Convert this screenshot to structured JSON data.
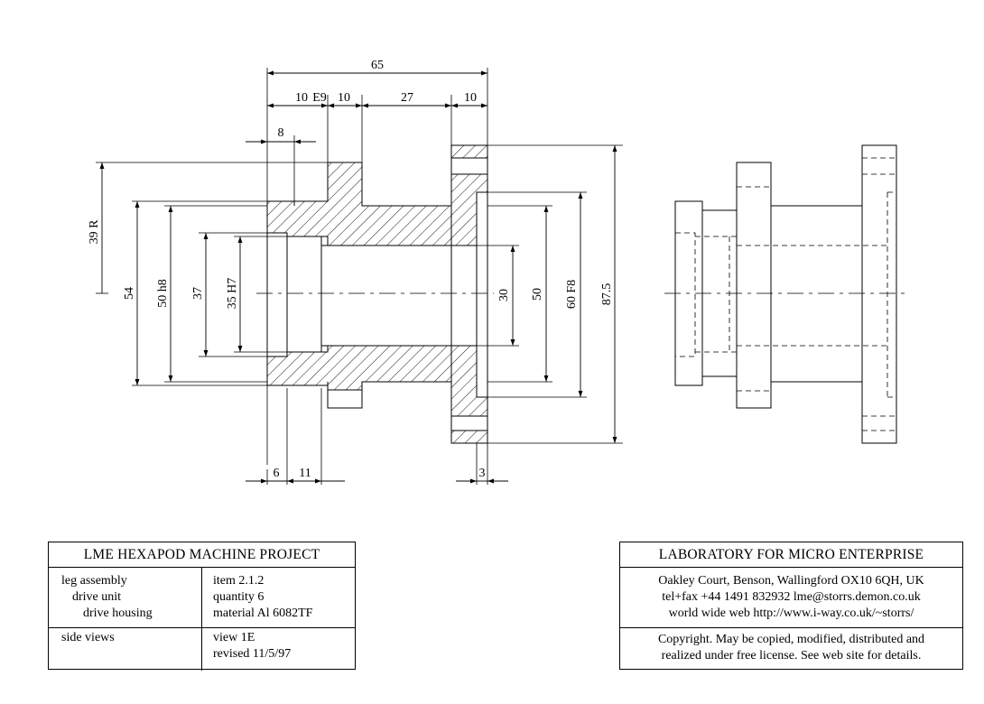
{
  "dimensions": {
    "d65": "65",
    "d10a": "10",
    "dE9": "E9",
    "d10b": "10",
    "d27": "27",
    "d10c": "10",
    "d8": "8",
    "d39R": "39 R",
    "d54": "54",
    "d50h8": "50 h8",
    "d37": "37",
    "d35H7": "35 H7",
    "d30": "30",
    "d50": "50",
    "d60F8": "60 F8",
    "d87_5": "87.5",
    "d6": "6",
    "d11": "11",
    "d3": "3"
  },
  "project_block": {
    "title": "LME HEXAPOD MACHINE  PROJECT",
    "row1_left": [
      "leg assembly",
      "drive unit",
      "drive housing"
    ],
    "row1_right": [
      "item 2.1.2",
      "quantity 6",
      "material Al 6082TF"
    ],
    "row2_left": [
      "side views"
    ],
    "row2_right": [
      "view 1E",
      "revised 11/5/97"
    ]
  },
  "lab_block": {
    "title": "LABORATORY FOR MICRO ENTERPRISE",
    "address": [
      "Oakley Court, Benson, Wallingford OX10 6QH, UK",
      "tel+fax +44 1491 832932  lme@storrs.demon.co.uk",
      "world wide web  http://www.i-way.co.uk/~storrs/"
    ],
    "license": [
      "Copyright. May be copied, modified, distributed and",
      "realized under free license. See web site for details."
    ]
  }
}
